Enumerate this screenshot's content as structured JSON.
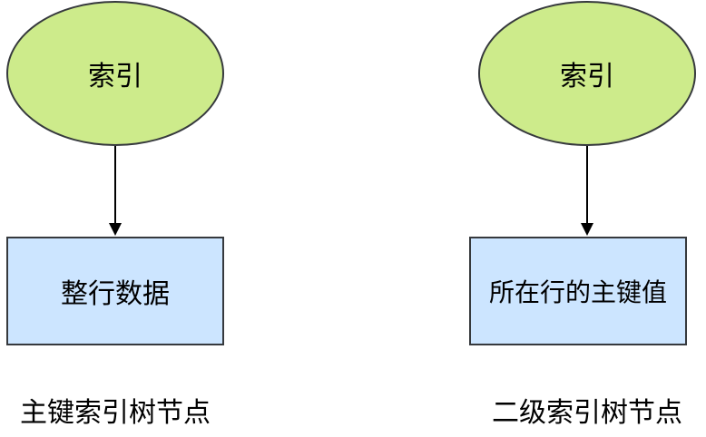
{
  "left": {
    "index": "索引",
    "data": "整行数据",
    "caption": "主键索引树节点"
  },
  "right": {
    "index": "索引",
    "data": "所在行的主键值",
    "caption": "二级索引树节点"
  }
}
